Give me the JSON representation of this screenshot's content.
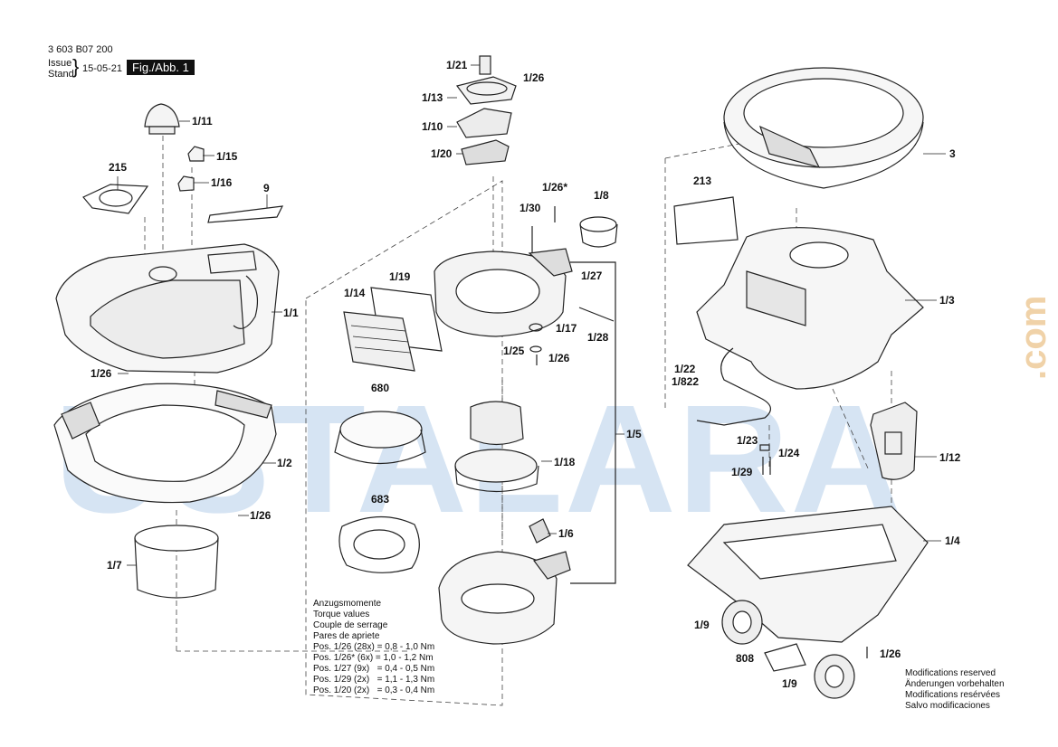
{
  "header": {
    "doc_number": "3 603 B07 200",
    "issue_label_en": "Issue",
    "issue_label_de": "Stand",
    "issue_date": "15-05-21",
    "figure_label": "Fig./Abb. 1"
  },
  "watermark": {
    "main": "USTALARA",
    "suffix": ".com"
  },
  "part_labels": {
    "p1_11": "1/11",
    "p215": "215",
    "p1_15": "1/15",
    "p1_16": "1/16",
    "p9": "9",
    "p1_1": "1/1",
    "p1_26_a": "1/26",
    "p1_2": "1/2",
    "p1_26_b": "1/26",
    "p1_7": "1/7",
    "p1_21": "1/21",
    "p1_26_c": "1/26",
    "p1_13": "1/13",
    "p1_10": "1/10",
    "p1_20": "1/20",
    "p1_26star": "1/26*",
    "p1_30": "1/30",
    "p1_8": "1/8",
    "p1_27": "1/27",
    "p1_19": "1/19",
    "p1_14": "1/14",
    "p1_17": "1/17",
    "p1_28": "1/28",
    "p1_25": "1/25",
    "p1_26_d": "1/26",
    "p680": "680",
    "p1_5": "1/5",
    "p1_18": "1/18",
    "p683": "683",
    "p1_6": "1/6",
    "p3": "3",
    "p213": "213",
    "p1_3": "1/3",
    "p1_22": "1/22",
    "p1_822": "1/822",
    "p1_23": "1/23",
    "p1_24": "1/24",
    "p1_29": "1/29",
    "p1_12": "1/12",
    "p1_4": "1/4",
    "p1_9_a": "1/9",
    "p808": "808",
    "p1_26_e": "1/26",
    "p1_9_b": "1/9"
  },
  "torque_notes": {
    "lines": [
      "Anzugsmomente",
      "Torque values",
      "Couple de serrage",
      "Pares de apriete",
      "Pos. 1/26 (28x) = 0,8 - 1,0 Nm",
      "Pos. 1/26* (6x) = 1,0 - 1,2 Nm",
      "Pos. 1/27 (9x)   = 0,4 - 0,5 Nm",
      "Pos. 1/29 (2x)   = 1,1 - 1,3 Nm",
      "Pos. 1/20 (2x)   = 0,3 - 0,4 Nm"
    ]
  },
  "modification_notes": {
    "lines": [
      "Modifications reserved",
      "Änderungen vorbehalten",
      "Modifications resérvées",
      "Salvo modificaciones"
    ]
  },
  "colors": {
    "watermark_blue": "#bcd3ea",
    "watermark_orange": "#f3dcb8",
    "line": "#222222"
  }
}
